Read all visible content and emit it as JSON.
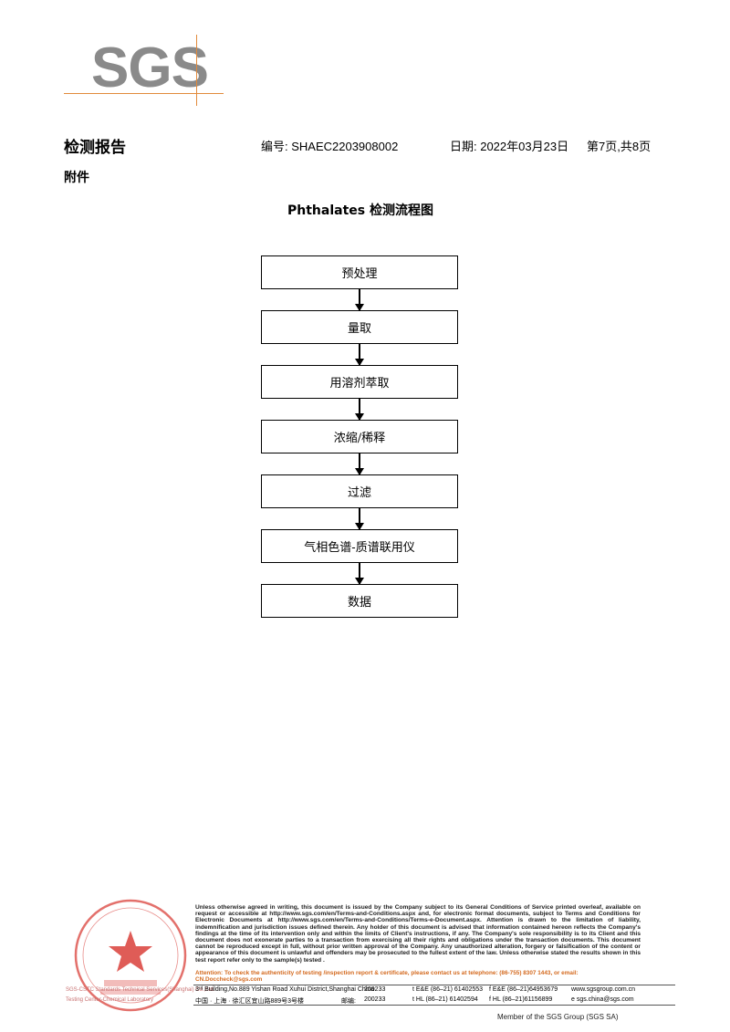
{
  "logo": {
    "text": "SGS"
  },
  "header": {
    "title": "检测报告",
    "report_no": "编号: SHAEC2203908002",
    "date": "日期: 2022年03月23日",
    "page": "第7页,共8页"
  },
  "annex": "附件",
  "flow_title": "Phthalates 检测流程图",
  "steps": [
    "预处理",
    "量取",
    "用溶剂萃取",
    "浓缩/稀释",
    "过滤",
    "气相色谱-质谱联用仪",
    "数据"
  ],
  "footer": {
    "disclaimer": "Unless otherwise agreed in writing, this document is issued by the Company subject to its General Conditions of Service printed overleaf, available on request or accessible at http://www.sgs.com/en/Terms-and-Conditions.aspx and, for electronic format documents, subject to Terms and Conditions for Electronic Documents at http://www.sgs.com/en/Terms-and-Conditions/Terms-e-Document.aspx. Attention is drawn to the limitation of liability, indemnification and jurisdiction issues defined therein. Any holder of this document is advised that information contained hereon reflects the Company's findings at the time of its intervention only and within the limits of Client's instructions, if any. The Company's sole responsibility is to its Client and this document does not exonerate parties to a transaction from exercising all their rights and obligations under the transaction documents. This document cannot be reproduced except in full, without prior written approval of the Company. Any unauthorized alteration, forgery or falsification of the content or appearance of this document is unlawful and offenders may be prosecuted to the fullest extent of the law. Unless otherwise stated the results shown in this test report refer only to the sample(s) tested .",
    "attention": "Attention: To check the authenticity of testing /inspection report & certificate, please contact us at telephone: (86-755) 8307 1443, or email: CN.Doccheck@sgs.com",
    "stamp_caption_1": "SGS-CSTC Standards Technical Services(Shanghai) Co.,Ltd.",
    "stamp_caption_2": "Testing Center-Chemical Laboratory",
    "addr_en": "3ʳᵈ Building,No.889 Yishan Road Xuhui District,Shanghai China",
    "zip_en": "200233",
    "tel_en": "t E&E (86–21) 61402553",
    "fax_en": "f E&E (86–21)64953679",
    "web": "www.sgsgroup.com.cn",
    "addr_cn": "中国 · 上海 · 徐汇区宜山路889号3号楼",
    "zip_cn_label": "邮编:",
    "zip_cn": "200233",
    "tel_cn": "t HL (86–21) 61402594",
    "fax_cn": "f HL (86–21)61156899",
    "email": "e  sgs.china@sgs.com",
    "member": "Member of the SGS Group (SGS SA)"
  },
  "colors": {
    "logo_gray": "#8a8a8a",
    "accent_orange": "#e28a3b",
    "stamp_red": "#d9403a"
  }
}
